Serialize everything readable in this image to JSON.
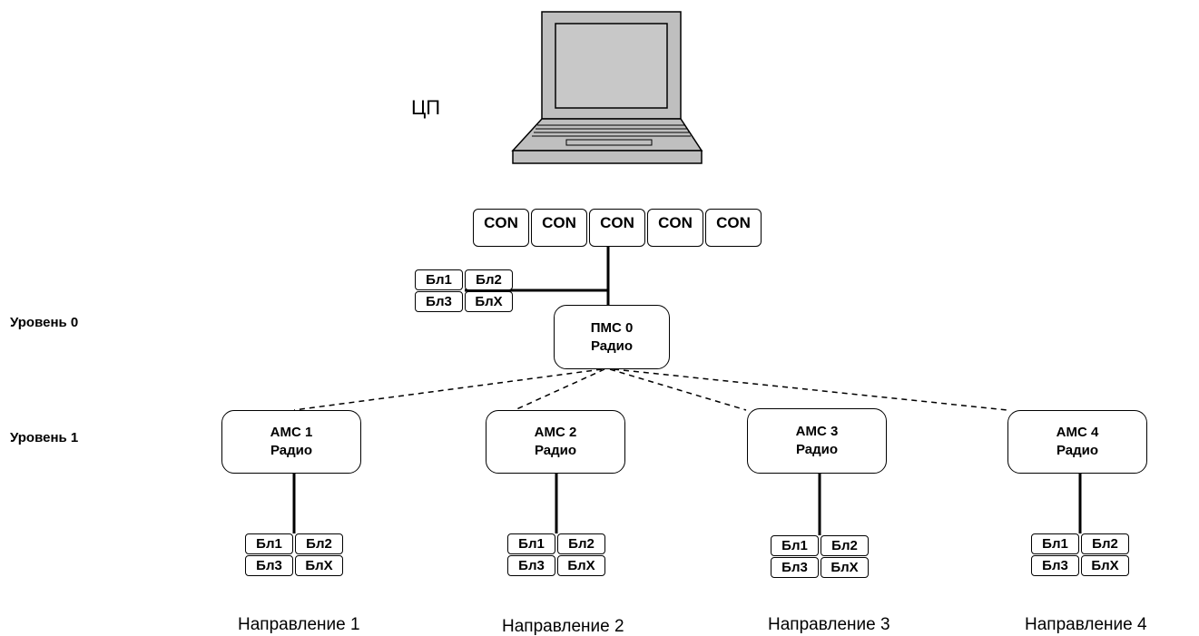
{
  "cp_label": "ЦП",
  "levels": [
    "Уровень 0",
    "Уровень 1"
  ],
  "con_blocks": [
    "CON",
    "CON",
    "CON",
    "CON",
    "CON"
  ],
  "root": {
    "line1": "ПМС 0",
    "line2": "Радио"
  },
  "root_blocks": [
    "Бл1",
    "Бл2",
    "Бл3",
    "БлX"
  ],
  "children": [
    {
      "line1": "АМС 1",
      "line2": "Радио",
      "blocks": [
        "Бл1",
        "Бл2",
        "Бл3",
        "БлX"
      ],
      "direction": "Направление 1"
    },
    {
      "line1": "АМС 2",
      "line2": "Радио",
      "blocks": [
        "Бл1",
        "Бл2",
        "Бл3",
        "БлX"
      ],
      "direction": "Направление 2"
    },
    {
      "line1": "АМС 3",
      "line2": "Радио",
      "blocks": [
        "Бл1",
        "Бл2",
        "Бл3",
        "БлX"
      ],
      "direction": "Направление 3"
    },
    {
      "line1": "АМС 4",
      "line2": "Радио",
      "blocks": [
        "Бл1",
        "Бл2",
        "Бл3",
        "БлX"
      ],
      "direction": "Направление 4"
    }
  ],
  "colors": {
    "laptop_body": "#bfbfbf",
    "laptop_screen": "#c8c8c8",
    "stroke": "#000000",
    "background": "#ffffff"
  },
  "icons": [
    "laptop-icon"
  ]
}
